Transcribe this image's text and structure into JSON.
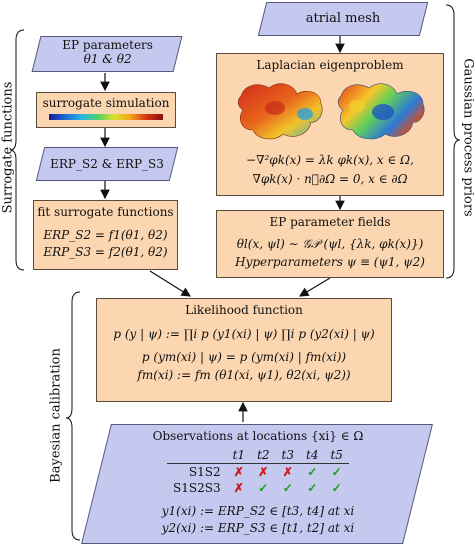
{
  "side_labels": {
    "left_top": "Surrogate functions",
    "left_bottom": "Bayesian calibration",
    "right": "Gaussian process priors"
  },
  "boxes": {
    "atrial_mesh": "atrial mesh",
    "ep_parameters": {
      "line1": "EP parameters",
      "line2": "θ1  &  θ2"
    },
    "surrogate_simulation": "surrogate simulation",
    "erp_s2_s3": "ERP_S2 & ERP_S3",
    "fit_surrogate": {
      "title": "fit surrogate functions",
      "eq1": "ERP_S2 = f1(θ1, θ2)",
      "eq2": "ERP_S3 = f2(θ1, θ2)"
    },
    "laplacian": {
      "title": "Laplacian eigenproblem",
      "eq1": "−∇²φk(x) = λk φk(x),     x ∈ Ω,",
      "eq2": "∇φk(x) · n⃗∂Ω = 0,     x ∈ ∂Ω"
    },
    "ep_fields": {
      "title": "EP parameter fields",
      "eq1": "θl(x, ψl) ∼ 𝒢𝒫 (ψl, {λk, φk(x)})",
      "eq2": "Hyperparameters ψ ≡ (ψ1, ψ2)"
    },
    "likelihood": {
      "title": "Likelihood function",
      "eq1": "p (y | ψ) := ∏i p (y1(xi) | ψ) ∏i p (y2(xi) | ψ)",
      "eq2": "p (ym(xi) | ψ) = p (ym(xi) | fm(xi))",
      "eq3": "fm(xi) := fm (θ1(xi, ψ1), θ2(xi, ψ2))"
    },
    "observations": {
      "title": "Observations at locations {xi} ∈ Ω",
      "columns": [
        "t1",
        "t2",
        "t3",
        "t4",
        "t5"
      ],
      "rows": [
        {
          "label": "S1S2",
          "marks": [
            "✗",
            "✗",
            "✗",
            "✓",
            "✓"
          ]
        },
        {
          "label": "S1S2S3",
          "marks": [
            "✗",
            "✓",
            "✓",
            "✓",
            "✓"
          ]
        }
      ],
      "eq1": "y1(xi) := ERP_S2 ∈ [t3, t4]  at xi",
      "eq2": "y2(xi) := ERP_S3 ∈ [t1, t2]  at xi"
    }
  },
  "colors": {
    "input_box": "#c5c8ef",
    "process_box": "#fbd6b0",
    "cross": "#d11414",
    "tick": "#19a319"
  }
}
